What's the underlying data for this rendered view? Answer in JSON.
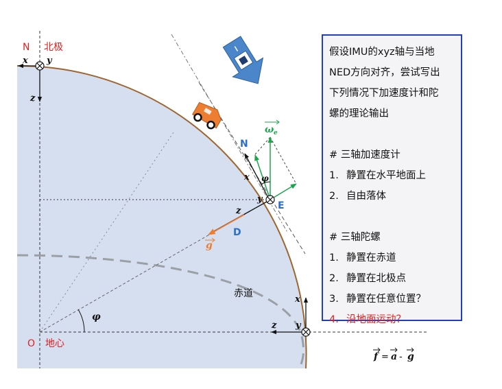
{
  "labels": {
    "north": "N",
    "north_pole": "北极",
    "origin": "O",
    "earth_center": "地心",
    "equator": "赤道",
    "north_axis_label": "N",
    "east_label": "E",
    "down_label": "D",
    "axis_x": "x",
    "axis_y": "y",
    "axis_z": "z",
    "phi": "φ",
    "omega_e": "ω",
    "omega_sub": "e",
    "gravity": "g",
    "formula": {
      "f": "f",
      "eq": "=",
      "a": "a",
      "minus": "-",
      "g": "g"
    }
  },
  "panel": {
    "intro": [
      "假设IMU的xyz轴与当地",
      "NED方向对齐，尝试写出",
      "下列情况下加速度计和陀",
      "螺的理论输出"
    ],
    "accel_heading": "# 三轴加速度计",
    "accel_items": [
      {
        "num": "1.",
        "text": "静置在水平地面上"
      },
      {
        "num": "2.",
        "text": "自由落体"
      }
    ],
    "gyro_heading": "# 三轴陀螺",
    "gyro_items": [
      {
        "num": "1.",
        "text": "静置在赤道"
      },
      {
        "num": "2.",
        "text": "静置在北极点"
      },
      {
        "num": "3.",
        "text": "静置在任意位置？"
      },
      {
        "num": "4.",
        "text": "沿地面运动？",
        "highlight": true
      }
    ]
  },
  "colors": {
    "earth_fill": "#d6dff0",
    "earth_outline": "#a0642d",
    "red_label": "#e02020",
    "blue_label": "#2a6fc9",
    "green_vector": "#1aa64a",
    "gravity_vector": "#ed7d31",
    "car": "#ed7d31",
    "satellite_arrow": "#4a86c9",
    "panel_border": "#1f3fbf"
  },
  "icons": [
    "car-icon",
    "satellite-icon",
    "cross-circle-icon"
  ]
}
